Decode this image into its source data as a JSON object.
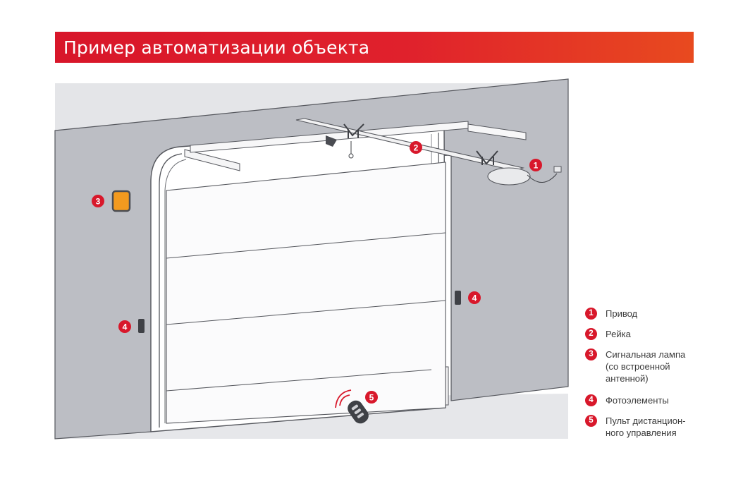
{
  "header": {
    "title": "Пример автоматизации объекта"
  },
  "colors": {
    "accent": "#d8182b",
    "wall": "#bcbec4",
    "floor": "#e3e4e7",
    "lamp": "#f39a1f"
  },
  "markers": {
    "m1": "1",
    "m2": "2",
    "m3": "3",
    "m4a": "4",
    "m4b": "4",
    "m5": "5"
  },
  "legend": [
    {
      "num": "1",
      "text": "Привод"
    },
    {
      "num": "2",
      "text": "Рейка"
    },
    {
      "num": "3",
      "text": "Сигнальная лампа\n(со встроенной\nантенной)"
    },
    {
      "num": "4",
      "text": "Фотоэлементы"
    },
    {
      "num": "5",
      "text": "Пульт дистанцион-\nного управления"
    }
  ]
}
